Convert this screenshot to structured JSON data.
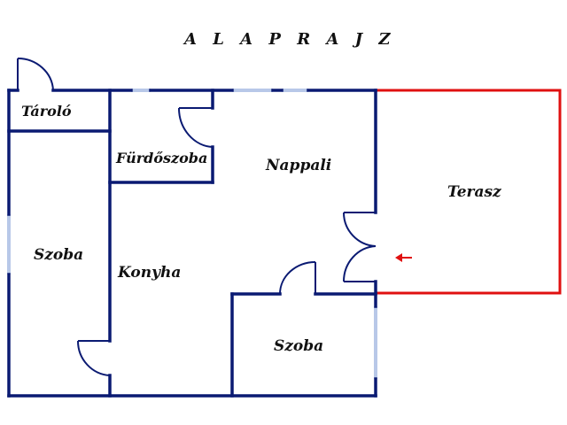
{
  "title": "A L A P R A J Z",
  "rooms": {
    "taroló": "Tároló",
    "furdoszoba": "Fürdőszoba",
    "nappali": "Nappali",
    "terasz": "Terasz",
    "szoba_left": "Szoba",
    "konyha": "Konyha",
    "szoba_bottom": "Szoba"
  },
  "colors": {
    "wall": "#0a1a72",
    "window": "#b8c8e8",
    "terrace": "#e01010",
    "arrow": "#e01010"
  },
  "icons": {
    "entry_arrow": "arrow-left-icon"
  }
}
